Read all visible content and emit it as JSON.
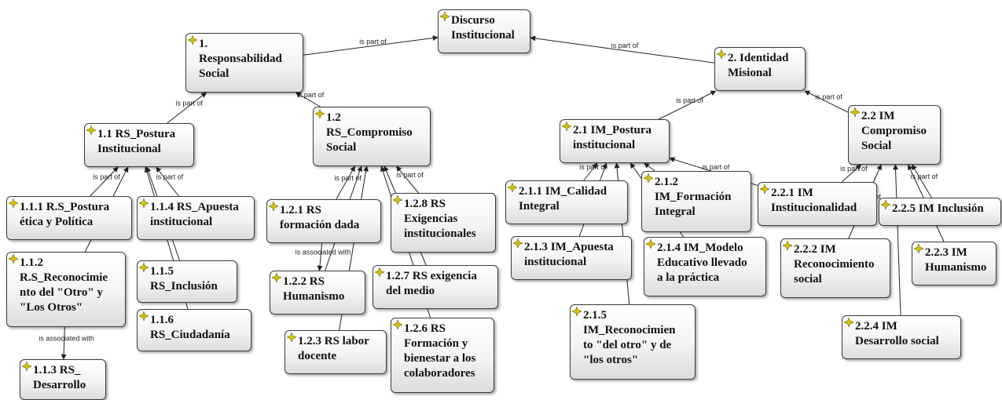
{
  "diagram": {
    "nodes": [
      {
        "id": "root",
        "label": "Discurso\nInstitucional"
      },
      {
        "id": "n1",
        "label": "1.\nResponsabilidad\nSocial"
      },
      {
        "id": "n2",
        "label": "2. Identidad\nMisional"
      },
      {
        "id": "n11",
        "label": "1.1 RS_Postura\nInstitucional"
      },
      {
        "id": "n12",
        "label": "1.2\nRS_Compromiso\nSocial"
      },
      {
        "id": "n111",
        "label": "1.1.1 R.S_Postura\nética y Política"
      },
      {
        "id": "n114",
        "label": "1.1.4 RS_Apuesta\ninstitucional"
      },
      {
        "id": "n112",
        "label": "1.1.2\nR.S_Reconocimie\nnto del \"Otro\" y\n\"Los Otros\""
      },
      {
        "id": "n115",
        "label": "1.1.5\nRS_Inclusión"
      },
      {
        "id": "n116",
        "label": "1.1.6\nRS_Ciudadanía"
      },
      {
        "id": "n113",
        "label": "1.1.3 RS_\nDesarrollo"
      },
      {
        "id": "n121",
        "label": "1.2.1 RS\nformación dada"
      },
      {
        "id": "n128",
        "label": "1.2.8 RS\nExigencias\ninstitucionales"
      },
      {
        "id": "n122",
        "label": "1.2.2 RS\nHumanismo"
      },
      {
        "id": "n127",
        "label": "1.2.7 RS exigencia\ndel medio"
      },
      {
        "id": "n123",
        "label": "1.2.3 RS labor\ndocente"
      },
      {
        "id": "n126",
        "label": "1.2.6 RS\nFormación y\nbienestar a los\ncolaboradores"
      },
      {
        "id": "n21",
        "label": "2.1 IM_Postura\ninstitucional"
      },
      {
        "id": "n22",
        "label": "2.2 IM\nCompromiso\nSocial"
      },
      {
        "id": "n211",
        "label": "2.1.1 IM_Calidad\nIntegral"
      },
      {
        "id": "n212",
        "label": "2.1.2\nIM_Formación\nIntegral"
      },
      {
        "id": "n221",
        "label": "2.2.1 IM\nInstitucionalidad"
      },
      {
        "id": "n225",
        "label": "2.2.5 IM Inclusión"
      },
      {
        "id": "n213",
        "label": "2.1.3 IM_Apuesta\ninstitucional"
      },
      {
        "id": "n214",
        "label": "2.1.4 IM_Modelo\nEducativo llevado\na la práctica"
      },
      {
        "id": "n222",
        "label": "2.2.2 IM\nReconocimiento\nsocial"
      },
      {
        "id": "n223",
        "label": "2.2.3 IM\nHumanismo"
      },
      {
        "id": "n215",
        "label": "2.1.5\nIM_Reconocimien\nto \"del otro\" y de\n\"los otros\""
      },
      {
        "id": "n224",
        "label": "2.2.4 IM\nDesarrollo social"
      }
    ],
    "edges": [
      {
        "from": "n1",
        "to": "root",
        "label": "is part of"
      },
      {
        "from": "n2",
        "to": "root",
        "label": "is part of"
      },
      {
        "from": "n11",
        "to": "n1",
        "label": "is part of"
      },
      {
        "from": "n12",
        "to": "n1",
        "label": "is part of"
      },
      {
        "from": "n111",
        "to": "n11",
        "label": "is part of"
      },
      {
        "from": "n114",
        "to": "n11",
        "label": "is part of"
      },
      {
        "from": "n112",
        "to": "n11",
        "label": ""
      },
      {
        "from": "n115",
        "to": "n11",
        "label": ""
      },
      {
        "from": "n116",
        "to": "n11",
        "label": ""
      },
      {
        "from": "n112",
        "to": "n113",
        "label": "is associated with"
      },
      {
        "from": "n121",
        "to": "n12",
        "label": "is part of"
      },
      {
        "from": "n128",
        "to": "n12",
        "label": "is part of"
      },
      {
        "from": "n122",
        "to": "n12",
        "label": "is part of"
      },
      {
        "from": "n123",
        "to": "n12",
        "label": ""
      },
      {
        "from": "n127",
        "to": "n12",
        "label": ""
      },
      {
        "from": "n126",
        "to": "n12",
        "label": ""
      },
      {
        "from": "n121",
        "to": "n122",
        "label": "is associated with"
      },
      {
        "from": "n21",
        "to": "n2",
        "label": "is part of"
      },
      {
        "from": "n22",
        "to": "n2",
        "label": "is part of"
      },
      {
        "from": "n211",
        "to": "n21",
        "label": "is part of"
      },
      {
        "from": "n212",
        "to": "n21",
        "label": ""
      },
      {
        "from": "n213",
        "to": "n21",
        "label": "is part of"
      },
      {
        "from": "n214",
        "to": "n21",
        "label": ""
      },
      {
        "from": "n215",
        "to": "n21",
        "label": ""
      },
      {
        "from": "n221",
        "to": "n21",
        "label": "is part of"
      },
      {
        "from": "n221",
        "to": "n22",
        "label": "is part of"
      },
      {
        "from": "n225",
        "to": "n22",
        "label": "is part of"
      },
      {
        "from": "n222",
        "to": "n22",
        "label": "is part of"
      },
      {
        "from": "n223",
        "to": "n22",
        "label": ""
      },
      {
        "from": "n224",
        "to": "n22",
        "label": ""
      }
    ],
    "node_icon": "concept-gem-icon",
    "colors": {
      "node_border": "#3a3a3a",
      "edge": "#222222",
      "icon": "#d8c400"
    }
  }
}
